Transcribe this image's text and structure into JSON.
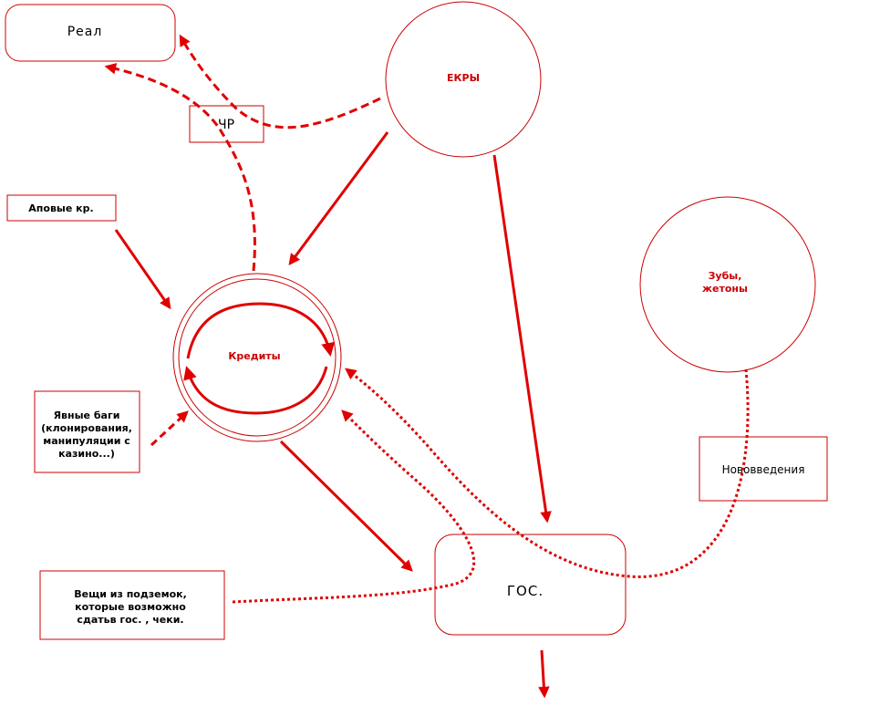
{
  "colors": {
    "stroke": "#cc0000",
    "arrow": "#e00000",
    "text": "#000000",
    "accent_text": "#cc0000"
  },
  "nodes": {
    "real": {
      "label": "Реал"
    },
    "chr": {
      "label": "ЧР"
    },
    "ekry": {
      "label": "ЕКРЫ"
    },
    "apovye": {
      "label": "Аповые кр."
    },
    "credits": {
      "label": "Кредиты"
    },
    "teeth": {
      "line1": "Зубы,",
      "line2": "жетоны"
    },
    "bugs": {
      "line1": "Явные баги",
      "line2": "(клонирования,",
      "line3": "манипуляции с",
      "line4": "казино...)"
    },
    "innovations": {
      "label": "Нововведения"
    },
    "gos": {
      "label": "ГОС."
    },
    "dungeon": {
      "line1": "Вещи из подземок,",
      "line2": "которые возможно",
      "line3": "сдатьв гос. , чеки."
    }
  }
}
